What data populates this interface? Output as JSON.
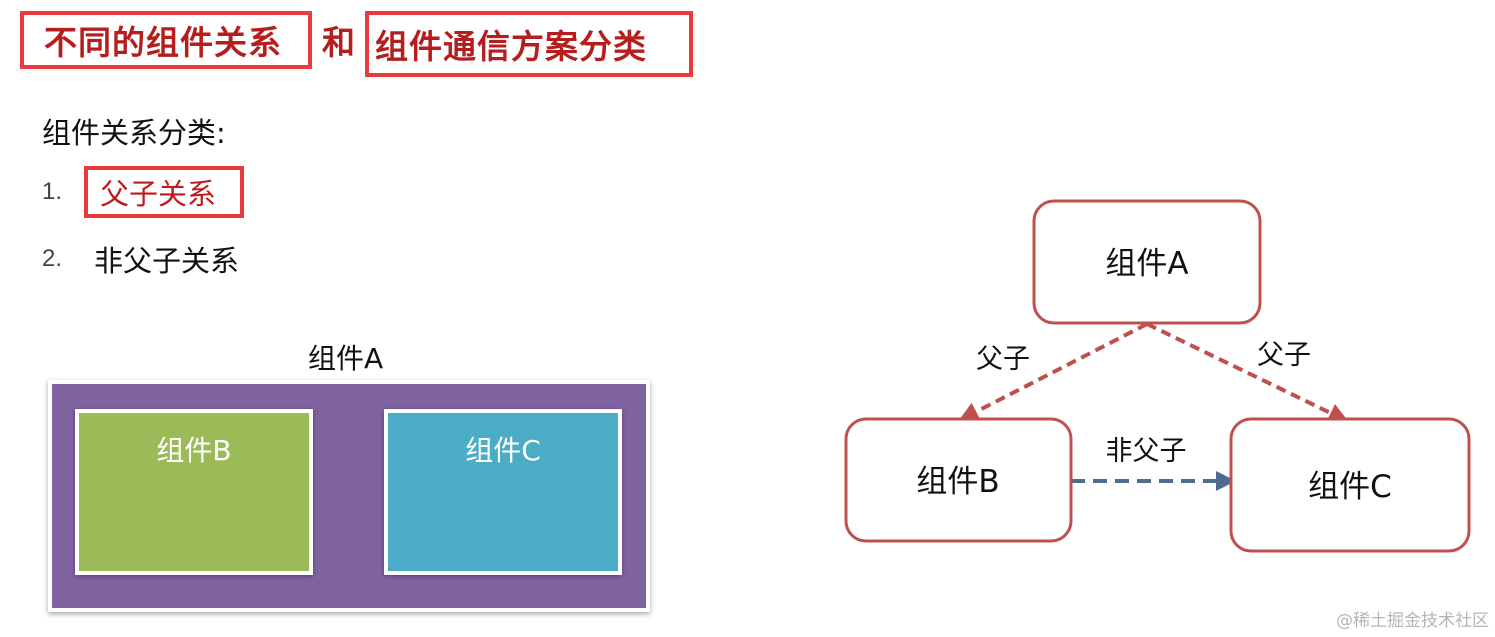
{
  "title": {
    "part1": "不同的组件关系",
    "join": "和",
    "part2": "组件通信方案分类"
  },
  "section": {
    "heading": "组件关系分类:",
    "items": [
      {
        "number": "1.",
        "label": "父子关系"
      },
      {
        "number": "2.",
        "label": "非父子关系"
      }
    ]
  },
  "nested_diagram": {
    "outer_label": "组件A",
    "child_b": "组件B",
    "child_c": "组件C"
  },
  "relation_diagram": {
    "node_a": "组件A",
    "node_b": "组件B",
    "node_c": "组件C",
    "edge_ab": "父子",
    "edge_ac": "父子",
    "edge_bc": "非父子"
  },
  "colors": {
    "title_red": "#b51e1e",
    "box_red": "#ea3b3f",
    "node_border": "#c0504d",
    "edge_red": "#c0504d",
    "edge_blue": "#4f6c8e",
    "purple": "#7f63a1",
    "green": "#9bbb59",
    "teal": "#4bacc6"
  },
  "watermark": "@稀土掘金技术社区"
}
